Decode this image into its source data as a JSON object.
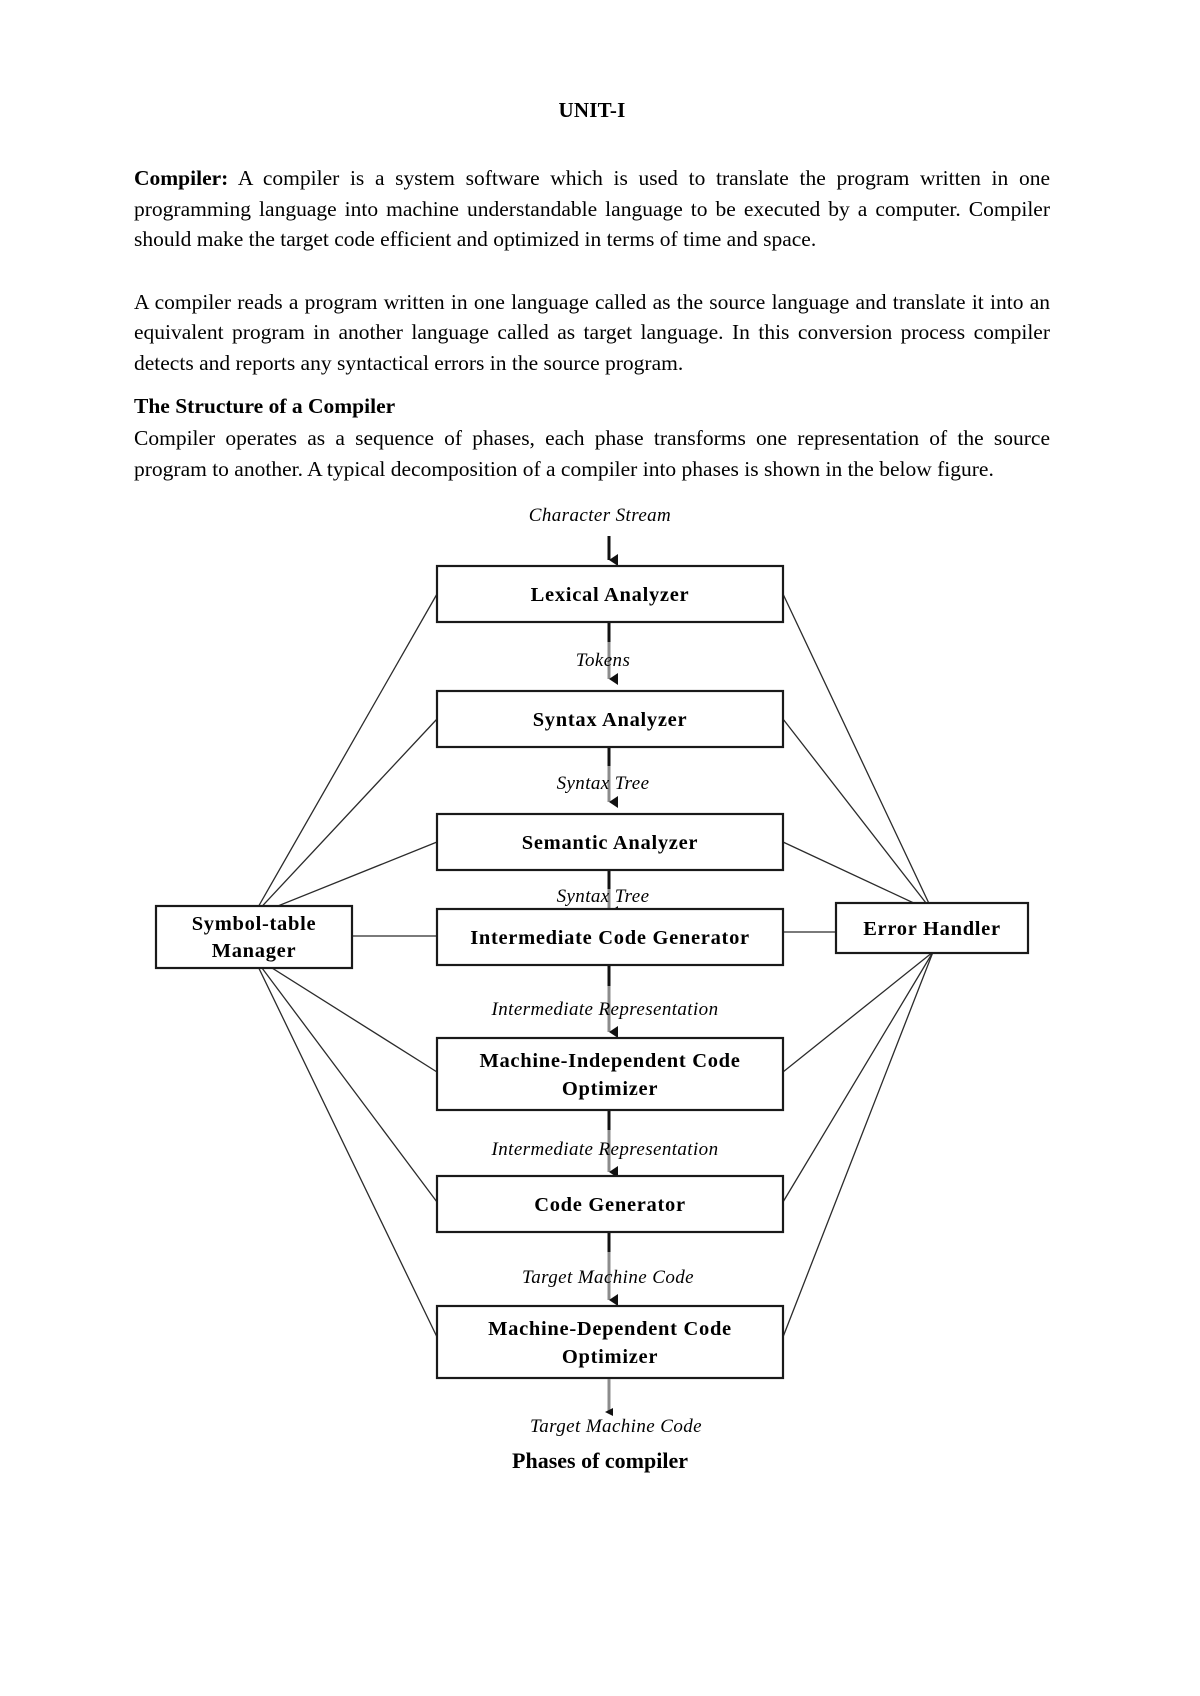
{
  "document": {
    "title": "UNIT-I",
    "paragraphs": [
      {
        "id": "compiler-definition",
        "lead": "Compiler:",
        "text": " A compiler is a system software which is used to translate the program written in one programming language into machine understandable language to be executed by a computer. Compiler should make the target code efficient and optimized in terms of time and space."
      },
      {
        "id": "compiler-reads",
        "lead": "",
        "text": "A compiler reads a program written in one language called as the source language and translate it into an equivalent program in another language called as target language. In this conversion process compiler detects and reports any syntactical errors in the source program."
      }
    ],
    "section_heading": "The Structure of a Compiler",
    "section_paragraph": "Compiler operates as a sequence of phases, each phase transforms one representation of the source program to another. A typical decomposition of  a compiler into phases is shown in the below figure.",
    "figure_caption": "Phases of compiler"
  },
  "diagram": {
    "name": "phases-of-compiler",
    "input_label": "Character Stream",
    "output_label": "Target Machine Code",
    "phases": [
      {
        "id": "lexical-analyzer",
        "label": "Lexical Analyzer",
        "lines": [
          "Lexical Analyzer"
        ]
      },
      {
        "id": "syntax-analyzer",
        "label": "Syntax Analyzer",
        "lines": [
          "Syntax Analyzer"
        ]
      },
      {
        "id": "semantic-analyzer",
        "label": "Semantic Analyzer",
        "lines": [
          "Semantic Analyzer"
        ]
      },
      {
        "id": "intermediate-code-generator",
        "label": "Intermediate Code Generator",
        "lines": [
          "Intermediate Code  Generator"
        ]
      },
      {
        "id": "machine-independent-code-optimizer",
        "label": "Machine-Independent Code Optimizer",
        "lines": [
          "Machine-Independent Code",
          "Optimizer"
        ]
      },
      {
        "id": "code-generator",
        "label": "Code Generator",
        "lines": [
          "Code Generator"
        ]
      },
      {
        "id": "machine-dependent-code-optimizer",
        "label": "Machine-Dependent Code Optimizer",
        "lines": [
          "Machine-Dependent Code",
          "Optimizer"
        ]
      }
    ],
    "edge_labels": [
      "Tokens",
      "Syntax Tree",
      "Syntax Tree",
      "Intermediate  Representation",
      "Intermediate  Representation",
      "Target Machine Code"
    ],
    "side_boxes": [
      {
        "id": "symbol-table-manager",
        "lines": [
          "Symbol-table",
          "Manager"
        ],
        "label": "Symbol-table Manager"
      },
      {
        "id": "error-handler",
        "lines": [
          "Error Handler"
        ],
        "label": "Error Handler"
      }
    ],
    "colors": {
      "box_stroke": "#1a1a1a",
      "arrow_grey": "#8c8c8c",
      "arrow_dark": "#111111",
      "side_line": "#2b2b2b",
      "text": "#000000",
      "background": "#ffffff"
    }
  }
}
